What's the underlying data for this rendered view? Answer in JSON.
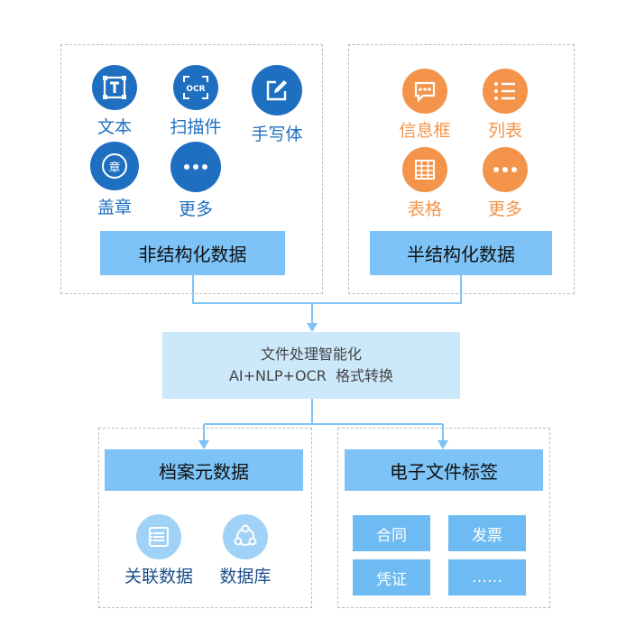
{
  "unstructured": {
    "title": "非结构化数据",
    "items": [
      {
        "label": "文本",
        "icon": "text-icon"
      },
      {
        "label": "扫描件",
        "icon": "ocr-icon"
      },
      {
        "label": "手写体",
        "icon": "pen-icon"
      },
      {
        "label": "盖章",
        "icon": "seal-icon",
        "glyph": "章"
      },
      {
        "label": "更多",
        "icon": "more-icon"
      }
    ]
  },
  "semistructured": {
    "title": "半结构化数据",
    "items": [
      {
        "label": "信息框",
        "icon": "chat-box-icon"
      },
      {
        "label": "列表",
        "icon": "list-icon"
      },
      {
        "label": "表格",
        "icon": "table-icon"
      },
      {
        "label": "更多",
        "icon": "more-icon"
      }
    ]
  },
  "processing": {
    "line1": "文件处理智能化",
    "line2": "AI+NLP+OCR  格式转换"
  },
  "archive": {
    "title": "档案元数据",
    "items": [
      {
        "label": "关联数据",
        "icon": "document-list-icon"
      },
      {
        "label": "数据库",
        "icon": "share-nodes-icon"
      }
    ]
  },
  "tags": {
    "title": "电子文件标签",
    "items": [
      "合同",
      "发票",
      "凭证",
      "……"
    ]
  },
  "colors": {
    "dark_blue": "#1f6fc1",
    "orange": "#f3944a",
    "light_blue": "#9fd2f6",
    "bar_blue": "#7dc3f7",
    "tag_blue": "#6ebaf2",
    "center_blue": "#cce8fb"
  }
}
